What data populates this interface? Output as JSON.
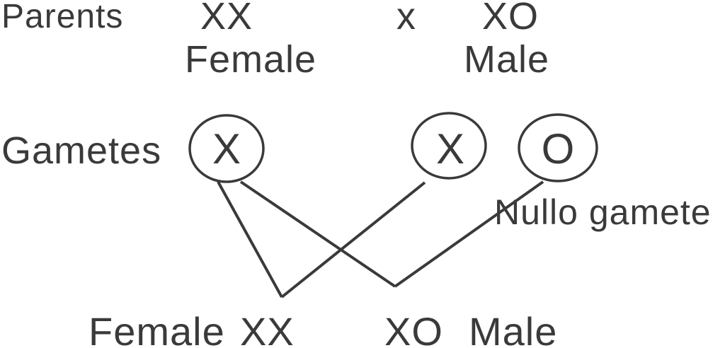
{
  "parents": {
    "row_label": "Parents",
    "female_genotype": "XX",
    "female_label": "Female",
    "cross_symbol": "x",
    "male_genotype": "XO",
    "male_label": "Male"
  },
  "gametes": {
    "row_label": "Gametes",
    "female_x": "X",
    "male_x": "X",
    "male_o": "O",
    "nullo_label": "Nullo gamete"
  },
  "offspring": {
    "female_label": "Female",
    "female_genotype": "XX",
    "male_genotype": "XO",
    "male_label": "Male"
  },
  "colors": {
    "ink": "#3a3a3a",
    "background": "#ffffff"
  }
}
